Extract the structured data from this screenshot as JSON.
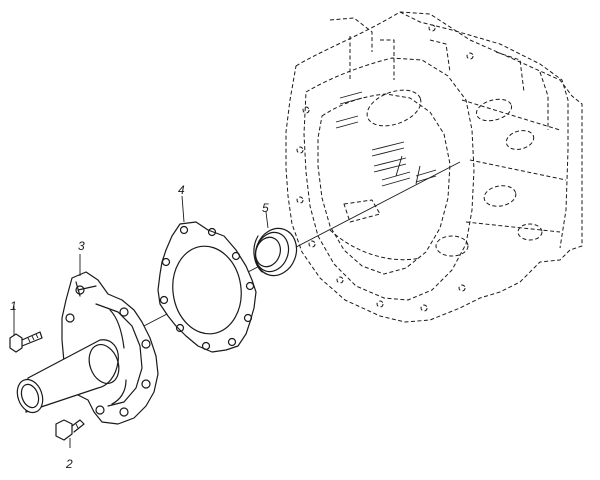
{
  "callouts": [
    {
      "id": "1",
      "text": "1"
    },
    {
      "id": "2",
      "text": "2"
    },
    {
      "id": "3",
      "text": "3"
    },
    {
      "id": "4",
      "text": "4"
    },
    {
      "id": "5",
      "text": "5"
    }
  ],
  "colors": {
    "ink": "#1a1a1a",
    "background": "#ffffff"
  }
}
